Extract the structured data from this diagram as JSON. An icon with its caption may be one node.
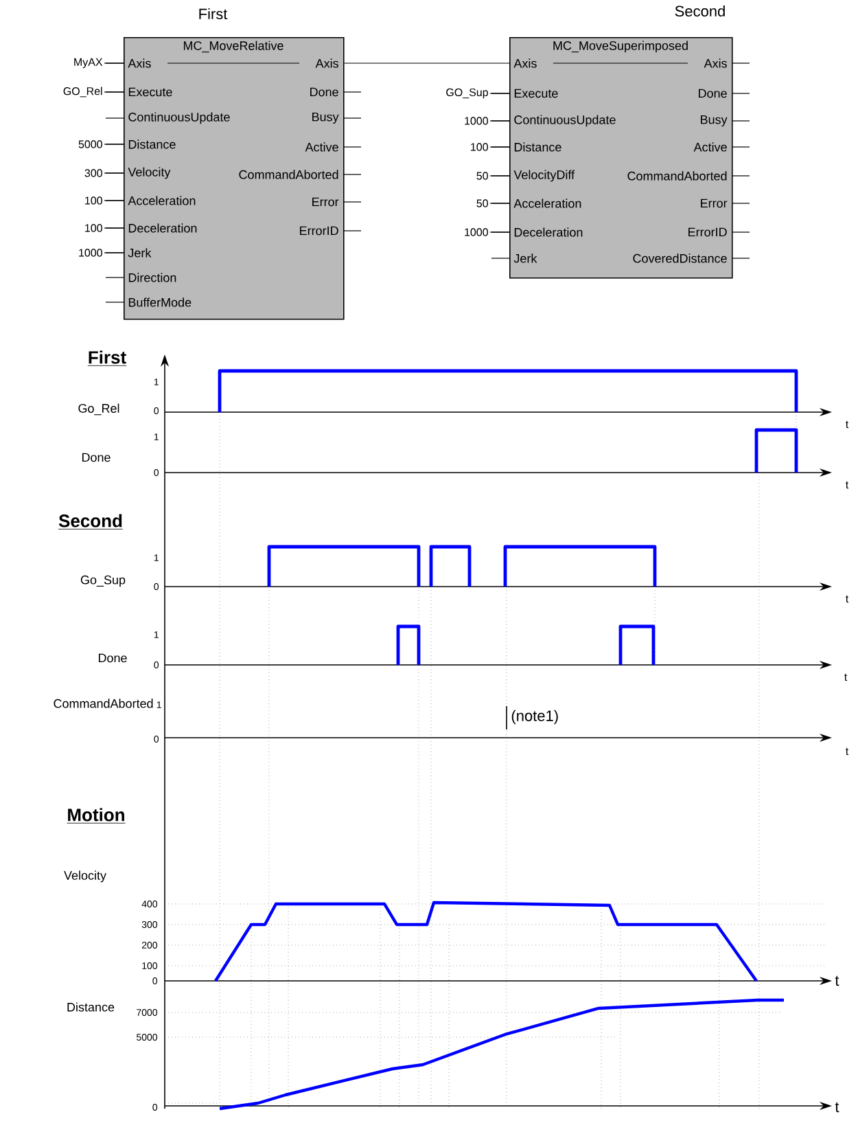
{
  "diagram": {
    "nodes": [
      {
        "text": [
          "MC_MoveRelative",
          "Axis",
          "Execute",
          "ContinuousUpdate",
          "Distance",
          "Velocity",
          "Acceleration",
          "Deceleration",
          "Jerk",
          "Direction",
          "BufferMode",
          "Axis",
          "Done",
          "Busy",
          "Active",
          "CommandAborted",
          "Error",
          "ErrorID"
        ],
        "beside": [
          "First"
        ]
      },
      {
        "text": [
          "MyAX"
        ]
      },
      {
        "text": [
          "GO_Rel"
        ]
      },
      {
        "text": [
          "5000"
        ]
      },
      {
        "text": [
          "300"
        ]
      },
      {
        "text": [
          "100"
        ]
      },
      {
        "text": [
          "100"
        ]
      },
      {
        "text": [
          "1000"
        ]
      },
      {
        "text": [
          "MC_MoveSuperimposed",
          "Axis",
          "Execute",
          "ContinuousUpdate",
          "Distance",
          "VelocityDiff",
          "Acceleration",
          "Deceleration",
          "Jerk",
          "Axis",
          "Done",
          "Busy",
          "Active",
          "CommandAborted",
          "Error",
          "ErrorID",
          "CoveredDistance"
        ],
        "beside": [
          "Second"
        ]
      },
      {
        "text": [
          "GO_Sup"
        ]
      },
      {
        "text": [
          "1000"
        ]
      },
      {
        "text": [
          "100"
        ]
      },
      {
        "text": [
          "50"
        ]
      },
      {
        "text": [
          "50"
        ]
      },
      {
        "text": [
          "1000"
        ]
      }
    ],
    "edges": [
      {
        "from": 1,
        "to": 0,
        "arrow": "none"
      },
      {
        "from": 2,
        "to": 0,
        "arrow": "none"
      },
      {
        "from": 3,
        "to": 0,
        "arrow": "none"
      },
      {
        "from": 4,
        "to": 0,
        "arrow": "none"
      },
      {
        "from": 5,
        "to": 0,
        "arrow": "none"
      },
      {
        "from": 6,
        "to": 0,
        "arrow": "none"
      },
      {
        "from": 7,
        "to": 0,
        "arrow": "none"
      },
      {
        "from": 0,
        "to": 8,
        "arrow": "none"
      },
      {
        "from": 9,
        "to": 8,
        "arrow": "none"
      },
      {
        "from": 10,
        "to": 8,
        "arrow": "none"
      },
      {
        "from": 11,
        "to": 8,
        "arrow": "none"
      },
      {
        "from": 12,
        "to": 8,
        "arrow": "none"
      },
      {
        "from": 13,
        "to": 8,
        "arrow": "none"
      },
      {
        "from": 14,
        "to": 8,
        "arrow": "none"
      }
    ],
    "labels": [
      "First",
      "1",
      "Go_Rel",
      "0",
      "t",
      "1",
      "Done",
      "0",
      "t",
      "Second",
      "1",
      "Go_Sup",
      "0",
      "t",
      "1",
      "Done",
      "0",
      "t",
      "CommandAborted",
      "1",
      "(note1)",
      "0",
      "t",
      "Motion",
      "Velocity",
      "400",
      "300",
      "200",
      "100",
      "0",
      "t",
      "Distance",
      "7000",
      "5000",
      "0",
      "t"
    ]
  }
}
